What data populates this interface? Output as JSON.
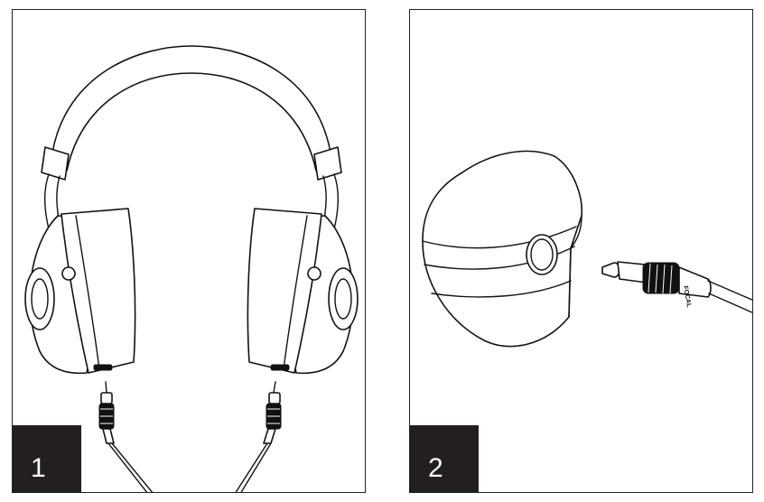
{
  "steps": [
    {
      "number": "1"
    },
    {
      "number": "2"
    }
  ],
  "brand_mark": "FOCAL",
  "colors": {
    "line": "#111111",
    "badge": "#231f20",
    "badge_text": "#ffffff",
    "background": "#ffffff"
  }
}
